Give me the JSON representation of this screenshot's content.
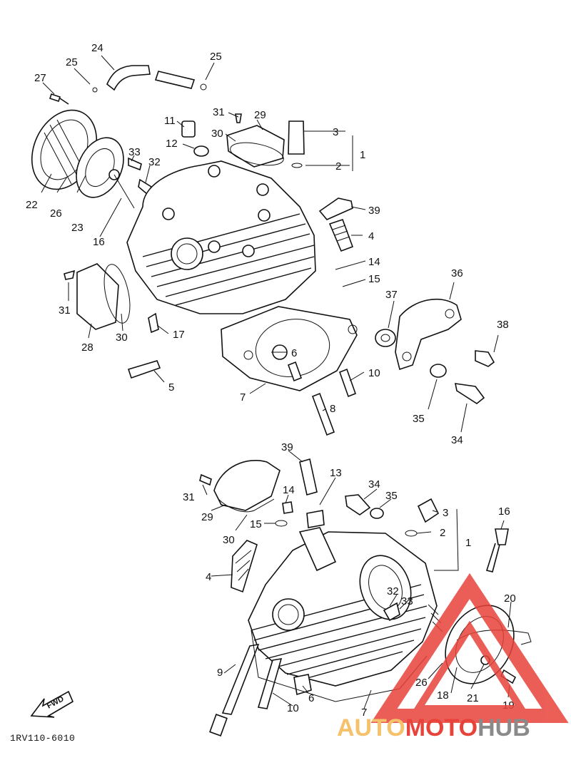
{
  "diagram": {
    "callouts_top": [
      "24",
      "25",
      "25",
      "27",
      "31",
      "29",
      "11",
      "12",
      "30",
      "3",
      "1",
      "2",
      "33",
      "32",
      "22",
      "26",
      "23",
      "16",
      "39",
      "4",
      "14",
      "15",
      "31",
      "30",
      "28",
      "17",
      "36",
      "37",
      "38",
      "6",
      "5",
      "10",
      "7",
      "8",
      "35",
      "34"
    ],
    "callouts_bottom": [
      "39",
      "13",
      "34",
      "35",
      "31",
      "14",
      "29",
      "30",
      "15",
      "3",
      "2",
      "1",
      "16",
      "4",
      "32",
      "33",
      "20",
      "9",
      "6",
      "26",
      "18",
      "21",
      "19",
      "10",
      "7"
    ],
    "fwd_label": "FWD",
    "part_code": "1RV110-6010"
  },
  "watermark": {
    "auto": "AUTO",
    "moto": "MOTO",
    "hub": "HUB",
    "colors": {
      "auto": "#f5c26b",
      "moto": "#e8433a",
      "hub": "#8a8a8a"
    }
  }
}
